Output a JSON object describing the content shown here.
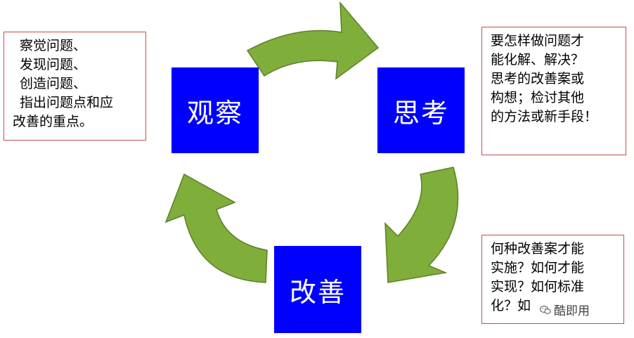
{
  "nodes": {
    "observe": "观察",
    "think": "思考",
    "improve": "改善"
  },
  "notes": {
    "left": [
      "察觉问题、",
      "发现问题、",
      "创造问题、",
      "指出问题点和应",
      "改善的重点。"
    ],
    "right_top": [
      "要怎样做问题才",
      "能化解、解决？",
      "思考的改善案或",
      "构想；检讨其他",
      "的方法或新手段！"
    ],
    "right_bottom": [
      "何种改善案才能",
      "实施？如何才能",
      "实现？如何标准",
      "化？如"
    ]
  },
  "watermark": "酷即用",
  "colors": {
    "node_fill": "#0000ff",
    "arrow_fill": "#7fae3a",
    "arrow_stroke": "#5e7f2a",
    "note_border": "#c0504d"
  }
}
